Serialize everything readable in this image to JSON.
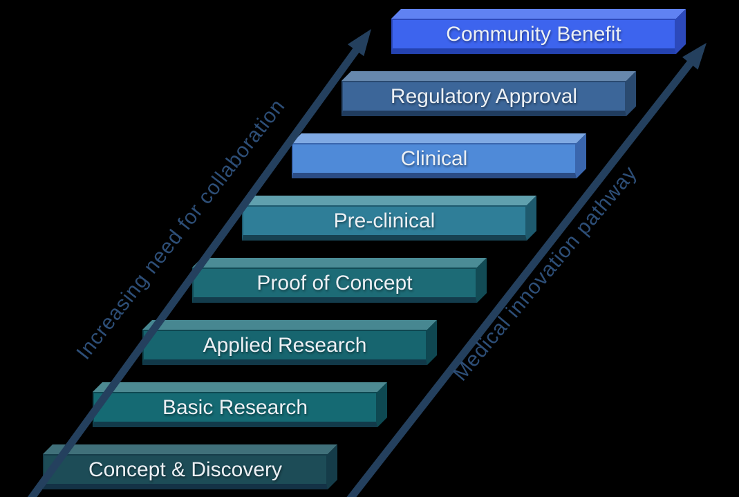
{
  "diagram": {
    "background": "#000000",
    "stage_label_text_color": "#ecf0f4",
    "stages": [
      {
        "label": "Concept & Discovery",
        "colors": {
          "top": "#40707a",
          "front": "#1d4c57",
          "side": "#153c49",
          "bottom": "#143246"
        }
      },
      {
        "label": "Basic Research",
        "colors": {
          "top": "#4d8a92",
          "front": "#156a73",
          "side": "#0e4952",
          "bottom": "#123a4a"
        }
      },
      {
        "label": "Applied Research",
        "colors": {
          "top": "#478791",
          "front": "#17656f",
          "side": "#0f4751",
          "bottom": "#113848"
        }
      },
      {
        "label": "Proof of Concept",
        "colors": {
          "top": "#4b8c96",
          "front": "#1d6b76",
          "side": "#124b55",
          "bottom": "#133c4c"
        }
      },
      {
        "label": "Pre-clinical",
        "colors": {
          "top": "#60a0ae",
          "front": "#2f7e98",
          "side": "#1e5a6e",
          "bottom": "#174252"
        }
      },
      {
        "label": "Clinical",
        "colors": {
          "top": "#7fa9e3",
          "front": "#4f8ad8",
          "side": "#3a66ad",
          "bottom": "#2b4c85"
        }
      },
      {
        "label": "Regulatory Approval",
        "colors": {
          "top": "#6788ad",
          "front": "#3c6699",
          "side": "#2a4a70",
          "bottom": "#203c5e"
        }
      },
      {
        "label": "Community Benefit",
        "colors": {
          "top": "#6082f2",
          "front": "#3d64ee",
          "side": "#2c49bb",
          "bottom": "#2442b0"
        }
      }
    ],
    "arrows": {
      "line_color": "#24405e",
      "label_color": "#2d4e77",
      "left": {
        "label": "Increasing need for collaboration"
      },
      "right": {
        "label": "Medical innovation pathway"
      }
    }
  }
}
